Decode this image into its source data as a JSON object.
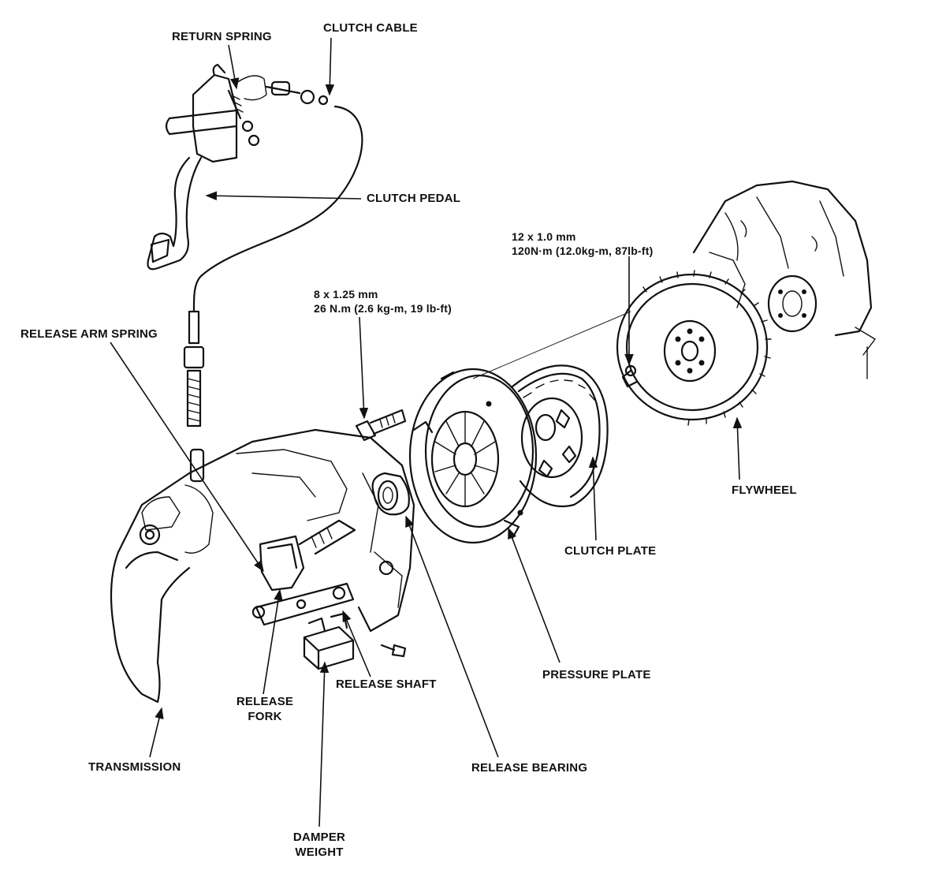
{
  "labels": {
    "return_spring": "RETURN SPRING",
    "clutch_cable": "CLUTCH CABLE",
    "clutch_pedal": "CLUTCH PEDAL",
    "flywheel_bolt_size": "12 x 1.0 mm",
    "flywheel_bolt_torque": "120N·m (12.0kg-m, 87lb-ft)",
    "pressure_bolt_size": "8 x 1.25 mm",
    "pressure_bolt_torque": "26 N.m (2.6 kg-m, 19 lb-ft)",
    "release_arm_spring": "RELEASE ARM SPRING",
    "flywheel": "FLYWHEEL",
    "clutch_plate": "CLUTCH PLATE",
    "pressure_plate": "PRESSURE PLATE",
    "release_shaft": "RELEASE SHAFT",
    "release_fork_1": "RELEASE",
    "release_fork_2": "FORK",
    "transmission": "TRANSMISSION",
    "release_bearing": "RELEASE BEARING",
    "damper_weight_1": "DAMPER",
    "damper_weight_2": "WEIGHT"
  }
}
